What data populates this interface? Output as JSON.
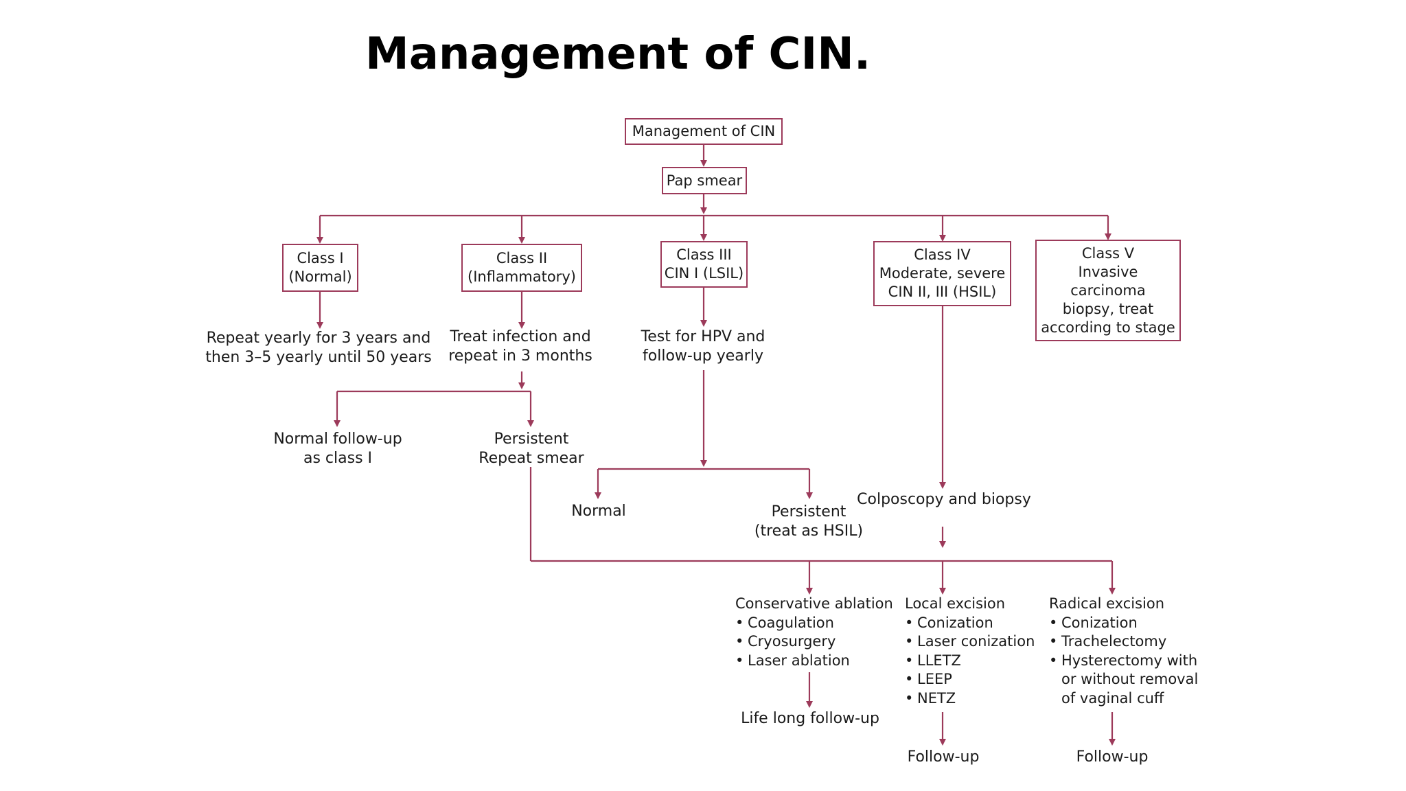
{
  "title": "Management of CIN.",
  "colors": {
    "connector": "#9c3a5a",
    "text": "#1a1a1a"
  },
  "nodes": {
    "root": "Management of CIN",
    "pap": "Pap smear",
    "class1": [
      "Class I",
      "(Normal)"
    ],
    "class2": [
      "Class II",
      "(Inflammatory)"
    ],
    "class3": [
      "Class III",
      "CIN I (LSIL)"
    ],
    "class4": [
      "Class IV",
      "Moderate, severe",
      "CIN II, III (HSIL)"
    ],
    "class5": [
      "Class V",
      "Invasive",
      "carcinoma",
      "biopsy, treat",
      "according to stage"
    ],
    "repeat_yearly": [
      "Repeat yearly for 3 years and",
      "then 3–5 yearly until 50 years"
    ],
    "treat_infection": [
      "Treat infection and",
      "repeat in 3 months"
    ],
    "test_hpv": [
      "Test for HPV and",
      "follow-up yearly"
    ],
    "normal_followup": [
      "Normal follow-up",
      "as class I"
    ],
    "persistent_repeat": [
      "Persistent",
      "Repeat smear"
    ],
    "normal": "Normal",
    "persistent_hsil": [
      "Persistent",
      "(treat as HSIL)"
    ],
    "colposcopy": "Colposcopy and biopsy",
    "conservative": {
      "heading": "Conservative ablation",
      "items": [
        "Coagulation",
        "Cryosurgery",
        "Laser ablation"
      ]
    },
    "local": {
      "heading": "Local excision",
      "items": [
        "Conization",
        "Laser conization",
        "LLETZ",
        "LEEP",
        "NETZ"
      ]
    },
    "radical": {
      "heading": "Radical excision",
      "items": [
        "Conization",
        "Trachelectomy",
        "Hysterectomy  with",
        "or without removal",
        "of vaginal cuff"
      ]
    },
    "life_long": "Life long follow-up",
    "followup_local": "Follow-up",
    "followup_radical": "Follow-up"
  }
}
